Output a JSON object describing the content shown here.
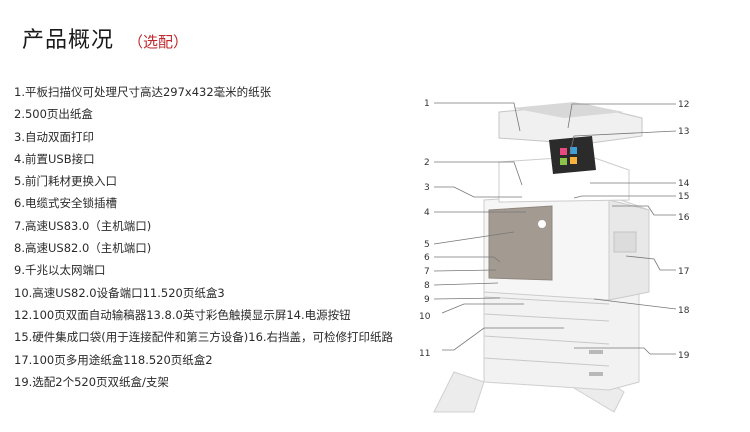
{
  "header": {
    "title": "产品概况",
    "subtitle": "（选配）"
  },
  "features": [
    "1.平板扫描仪可处理尺寸高达297x432毫米的纸张",
    "2.500页出纸盒",
    "3.自动双面打印",
    "4.前置USB接口",
    "5.前门耗材更换入口",
    "6.电缆式安全锁插槽",
    "7.高速US83.0（主机端口)",
    "8.高速US82.0（主机端口)",
    "9.千兆以太网端口",
    "10.高速US82.0设备端口11.520页纸盒3",
    "12.100页双面自动输稿器13.8.0英寸彩色触摸显示屏14.电源按钮",
    "15.硬件集成口袋(用于连接配件和第三方设备)16.右挡盖，可检修打印纸路",
    "17.100页多用途纸盒118.520页纸盒2",
    "19.选配2个520页双纸盒/支架"
  ],
  "callouts_left": [
    "1",
    "2",
    "3",
    "4",
    "5",
    "6",
    "7",
    "8",
    "9",
    "10",
    "11"
  ],
  "callouts_right": [
    "12",
    "13",
    "14",
    "15",
    "16",
    "17",
    "18",
    "19"
  ],
  "colors": {
    "accent": "#c0282d",
    "panel": "#a39a91"
  }
}
